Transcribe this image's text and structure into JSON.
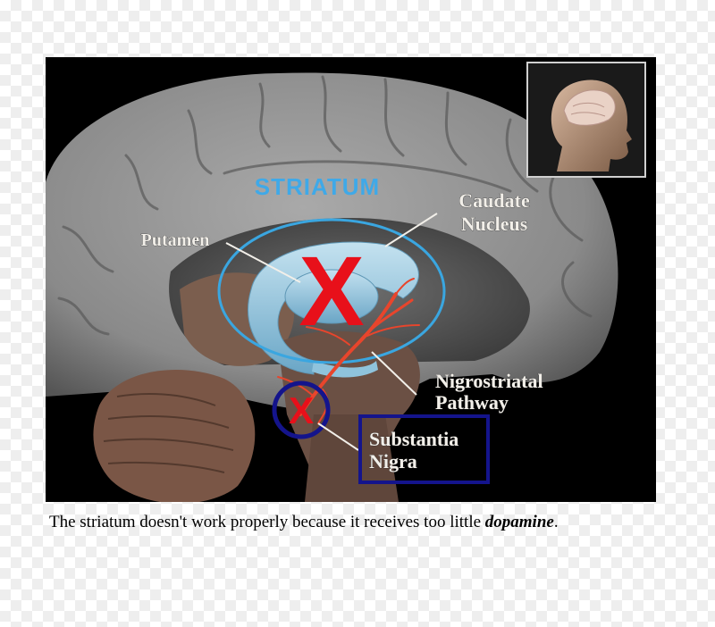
{
  "diagram": {
    "labels": {
      "striatum": "STRIATUM",
      "caudate_line1": "Caudate",
      "caudate_line2": "Nucleus",
      "putamen": "Putamen",
      "nigro_line1": "Nigrostriatal",
      "nigro_line2": "Pathway",
      "substantia_line1": "Substantia",
      "substantia_line2": "Nigra"
    },
    "marks": {
      "big_x": "X",
      "small_x": "X"
    },
    "colors": {
      "figure_bg": "#000000",
      "brain": "#8e8e8e",
      "striatum": "#8fc3dc",
      "ellipse": "#3aa6e0",
      "pathway": "#e8452c",
      "x_mark": "#e8101a",
      "circle_marker": "#14148c",
      "box_marker": "#14148c"
    },
    "icons": [
      "head-thumbnail-icon"
    ]
  },
  "caption": {
    "text_before": "The striatum doesn't work properly because it receives too little ",
    "emphasis": "dopamine",
    "text_after": "."
  }
}
